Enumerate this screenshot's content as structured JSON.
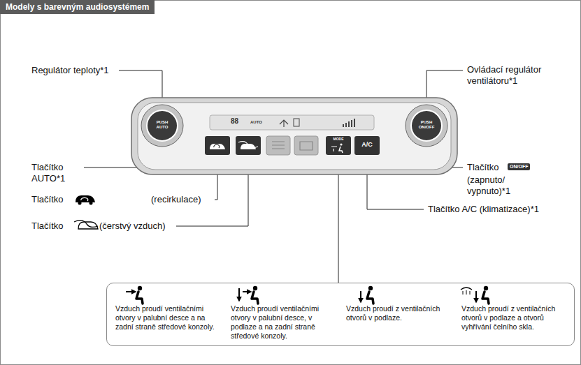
{
  "diagram": {
    "title": "Modely s barevným audiosystémem",
    "nodes": [
      {
        "text": [
          "Vzduch proudí ventilačními otvory v palubní desce a na zadní straně středové konzoly.",
          "Vzduch proudí ventilačními otvory v palubní desce, v podlaze a na zadní straně středové konzoly.",
          "Vzduch proudí z ventilačních otvorů v podlaze.",
          "Vzduch proudí z ventilačních otvorů v podlaze a otvorů vyhřívání čelního skla."
        ]
      }
    ],
    "labels": [
      "Regulátor teploty*1",
      "Ovládací regulátor ventilátoru*1",
      "88",
      "AUTO",
      "PUSH AUTO",
      "PUSH ON/OFF",
      "MODE",
      "A/C",
      "Tlačítko AUTO*1",
      "Tlačítko",
      "(recirkulace)",
      "Tlačítko",
      "(čerstvý vzduch)",
      "Tlačítko",
      "ON/OFF",
      "(zapnuto/ vypnuto)*1",
      "Tlačítko A/C (klimatizace)*1"
    ]
  }
}
